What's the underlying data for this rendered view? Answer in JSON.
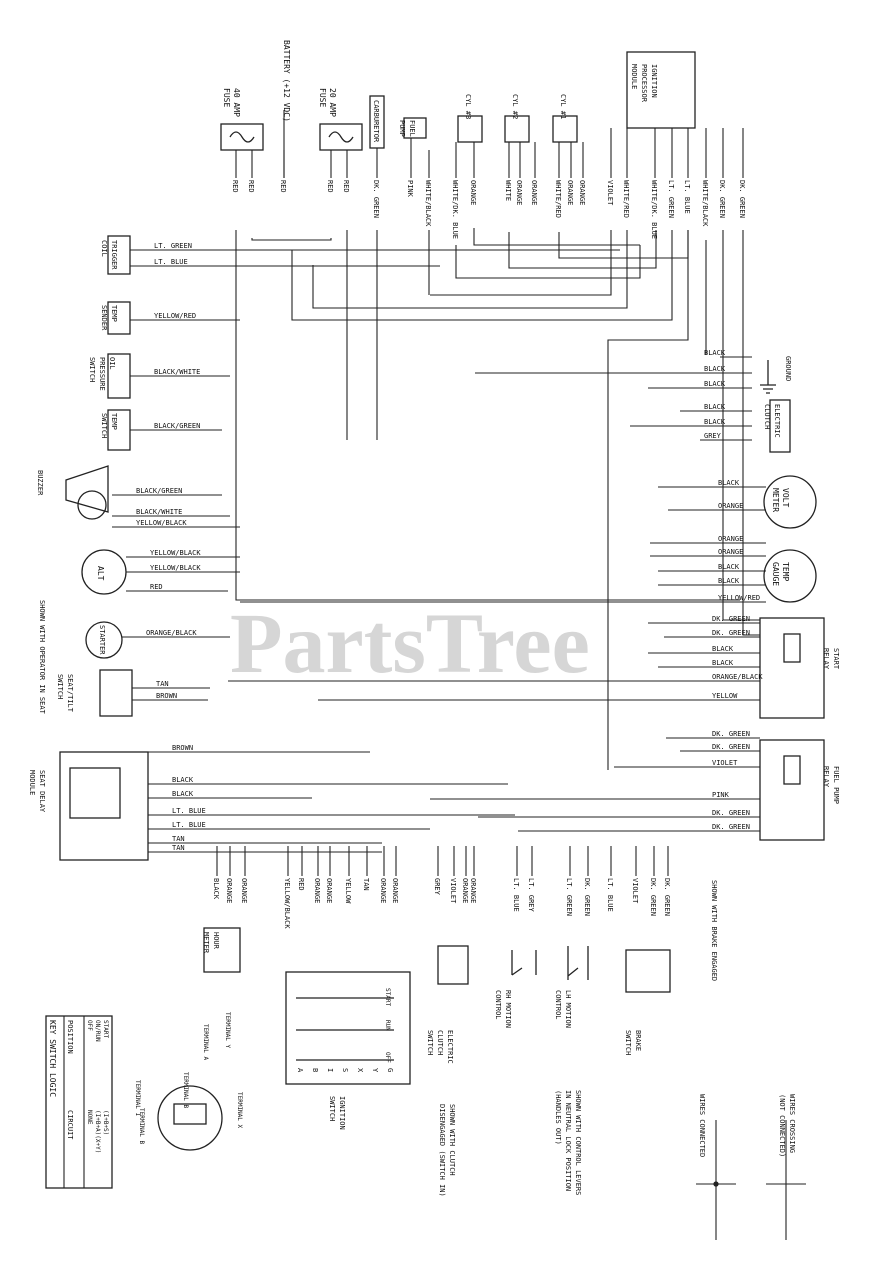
{
  "watermark": "PartsTree",
  "top_labels": {
    "fuse40": "40 AMP\nFUSE",
    "battery": "BATTERY (+12 VDC)",
    "fuse20": "20 AMP\nFUSE",
    "carburetor": "CARBURETOR",
    "fuel_pump": "FUEL\nPUMP",
    "cyl3": "CYL #3",
    "cyl2": "CYL #2",
    "cyl1": "CYL #1",
    "ignition_module": "IGNITION\nPROCESSOR\nMODULE"
  },
  "top_wires": [
    "RED",
    "RED",
    "RED",
    "RED",
    "RED",
    "DK. GREEN",
    "PINK",
    "WHITE/BLACK",
    "WHITE/DK. BLUE",
    "ORANGE",
    "WHITE",
    "ORANGE",
    "ORANGE",
    "WHITE/RED",
    "ORANGE",
    "ORANGE",
    "VIOLET",
    "WHITE/RED",
    "WHITE/DK. BLUE",
    "LT. GREEN",
    "LT. BLUE",
    "WHITE/BLACK",
    "DK. GREEN",
    "DK. GREEN"
  ],
  "left_components": {
    "trigger_coil": "TRIGGER\nCOIL",
    "temp_sender": "TEMP\nSENDER",
    "oil_pressure": "OIL\nPRESSURE\nSWITCH",
    "temp_switch": "TEMP\nSWITCH",
    "buzzer": "BUZZER",
    "alt": "ALT",
    "starter": "STARTER",
    "seat_switch_note": "SHOWN WITH OPERATOR IN SEAT",
    "seat_tilt": "SEAT/TILT\nSWITCH",
    "seat_delay": "SEAT DELAY\nMODULE",
    "hour_meter": "HOUR\nMETER"
  },
  "left_wires": [
    "LT. GREEN",
    "LT. BLUE",
    "YELLOW/RED",
    "BLACK/WHITE",
    "BLACK/GREEN",
    "BLACK/GREEN",
    "BLACK/WHITE",
    "YELLOW/BLACK",
    "YELLOW/BLACK",
    "YELLOW/BLACK",
    "RED",
    "ORANGE/BLACK",
    "TAN",
    "BROWN",
    "BROWN",
    "BLACK",
    "BLACK",
    "LT. BLUE",
    "LT. BLUE",
    "TAN",
    "TAN"
  ],
  "right_components": {
    "ground": "GROUND",
    "electric_clutch": "ELECTRIC\nCLUTCH",
    "volt_meter": "VOLT\nMETER",
    "temp_gauge": "TEMP\nGAUGE",
    "start_relay": "START\nRELAY",
    "fuel_pump_relay": "FUEL PUMP\nRELAY"
  },
  "right_wires": [
    "BLACK",
    "BLACK",
    "BLACK",
    "BLACK",
    "BLACK",
    "GREY",
    "BLACK",
    "ORANGE",
    "ORANGE",
    "ORANGE",
    "BLACK",
    "BLACK",
    "YELLOW/RED",
    "DK. GREEN",
    "DK. GREEN",
    "BLACK",
    "BLACK",
    "ORANGE/BLACK",
    "YELLOW",
    "DK. GREEN",
    "DK. GREEN",
    "VIOLET",
    "PINK",
    "DK. GREEN",
    "DK. GREEN"
  ],
  "bottom_wires": [
    "BLACK",
    "ORANGE",
    "ORANGE",
    "YELLOW/BLACK",
    "RED",
    "ORANGE",
    "ORANGE",
    "YELLOW",
    "TAN",
    "ORANGE",
    "ORANGE",
    "GREY",
    "VIOLET",
    "ORANGE",
    "ORANGE",
    "LT. BLUE",
    "LT. GREY",
    "LT. GREEN",
    "DK. GREEN",
    "LT. BLUE",
    "VIOLET",
    "DK. GREEN",
    "DK. GREEN"
  ],
  "bottom_components": {
    "ignition_switch": "IGNITION\nSWITCH",
    "ignition_positions": [
      "START",
      "RUN",
      "OFF"
    ],
    "ignition_terminals": [
      "A",
      "B",
      "I",
      "S",
      "X",
      "Y",
      "G"
    ],
    "electric_clutch_switch": "ELECTRIC\nCLUTCH\nSWITCH",
    "rh_motion": "RH MOTION\nCONTROL",
    "lh_motion": "LH MOTION\nCONTROL",
    "brake_switch": "BRAKE\nSWITCH",
    "brake_note": "SHOWN WITH BRAKE ENGAGED",
    "clutch_note": "SHOWN WITH CLUTCH\nDISENGAGED (SWITCH IN)",
    "control_note": "SHOWN WITH CONTROL LEVERS\nIN NEUTRAL LOCK POSITION\n(HANDLES OUT)"
  },
  "key_logic": {
    "title": "KEY SWITCH LOGIC",
    "header": [
      "POSITION",
      "CIRCUIT"
    ],
    "rows": [
      [
        "OFF",
        "NONE"
      ],
      [
        "ON/RUN",
        "(I+B+A)(X+Y)"
      ],
      [
        "START",
        "(I+B+S)"
      ]
    ]
  },
  "terminals": [
    "TERMINAL I",
    "TERMINAL B",
    "TERMINAL B",
    "TERMINAL A",
    "TERMINAL Y",
    "TERMINAL X"
  ],
  "legend": {
    "connected": "WIRES CONNECTED",
    "crossing": "WIRES CROSSING\n(NOT CONNECTED)"
  }
}
